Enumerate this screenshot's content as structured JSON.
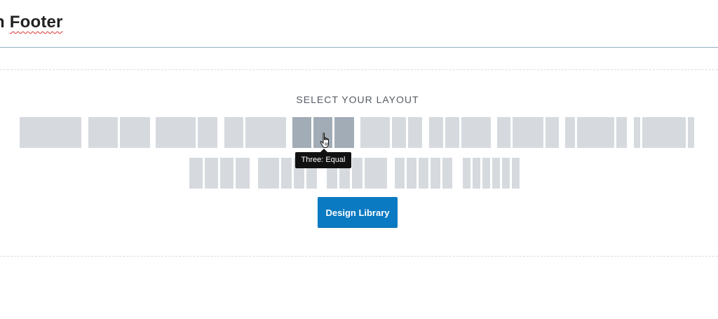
{
  "header": {
    "title_prefix": "n ",
    "title_word": "Footer"
  },
  "layout_picker": {
    "label": "SELECT YOUR LAYOUT",
    "tooltip": "Three: Equal",
    "hovered_option": "Three: Equal"
  },
  "design_library": {
    "label": "Design Library"
  },
  "colors": {
    "accent": "#0a7ac2",
    "option_fill": "#d6dadf",
    "option_hover_fill": "#a2acb6",
    "tooltip_bg": "#111111"
  }
}
